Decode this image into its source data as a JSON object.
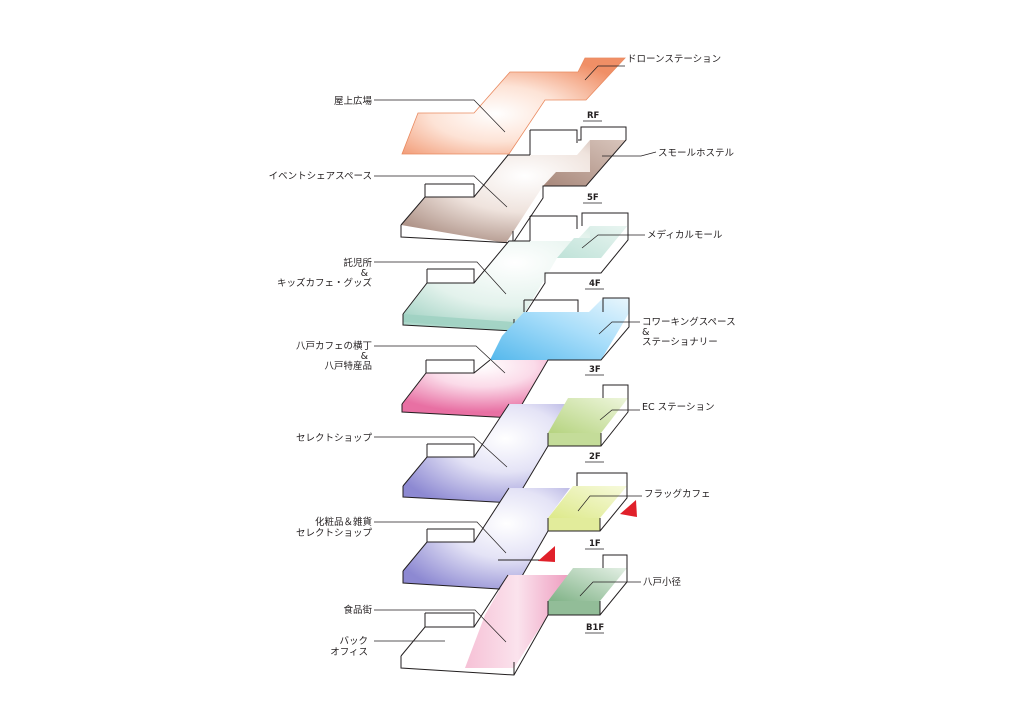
{
  "floors": [
    {
      "key": "rf",
      "label": "RF",
      "left": [
        "屋上広場"
      ],
      "right": [
        "ドローンステーション"
      ]
    },
    {
      "key": "5f",
      "label": "5F",
      "left": [
        "イベントシェアスペース"
      ],
      "right": [
        "スモールホステル"
      ]
    },
    {
      "key": "4f",
      "label": "4F",
      "left": [
        "託児所",
        "&",
        "キッズカフェ・グッズ"
      ],
      "right": [
        "メディカルモール"
      ]
    },
    {
      "key": "3f",
      "label": "3F",
      "left": [
        "八戸カフェの横丁",
        "&",
        "八戸特産品"
      ],
      "right": [
        "コワーキングスペース",
        "&",
        "ステーショナリー"
      ]
    },
    {
      "key": "2f",
      "label": "2F",
      "left": [
        "セレクトショップ"
      ],
      "right": [
        "EC ステーション"
      ]
    },
    {
      "key": "1f",
      "label": "1F",
      "left": [
        "化粧品＆雑貨",
        "セレクトショップ"
      ],
      "right": [
        "フラッグカフェ"
      ]
    },
    {
      "key": "b1f",
      "label": "B1F",
      "left": [
        "食品街",
        "バック",
        "オフィス"
      ],
      "right": [
        "八戸小径"
      ]
    }
  ],
  "colors": {
    "rooftop": "#f4a383",
    "event": "#b79a8e",
    "hostel": "#b08c80",
    "kids": "#bfe0d6",
    "medical": "#bfe0d8",
    "cowork": "#7fcdf2",
    "yokocho": "#ef8fb8",
    "select": "#a8a5dd",
    "ec": "#c6dd9a",
    "flag": "#e4ee98",
    "food": "#f0a8c6",
    "komichi": "#93bf98",
    "arrow": "#e0202a"
  }
}
